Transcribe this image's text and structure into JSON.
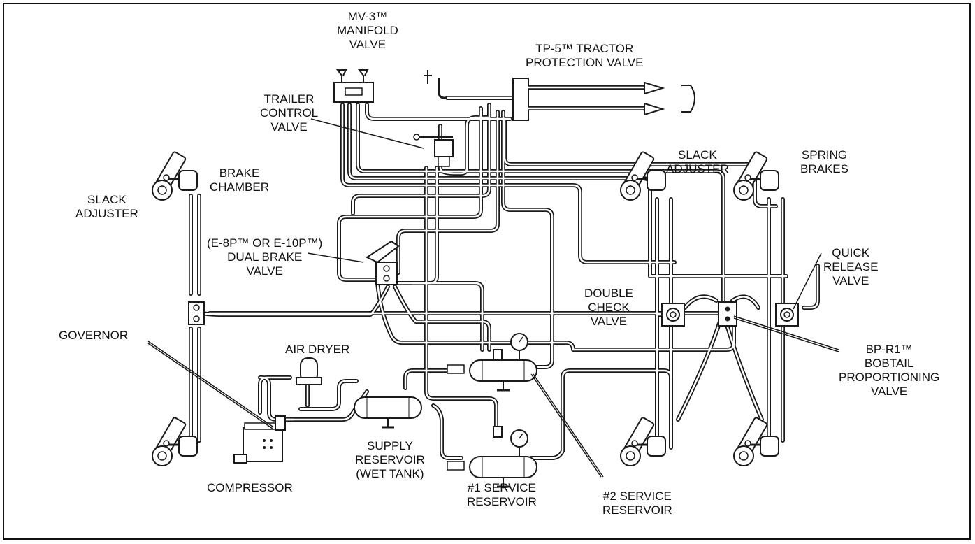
{
  "colors": {
    "background": "#ffffff",
    "line": "#1a1a1a",
    "tube_fill": "#ffffff",
    "tint": "#f4f4f4"
  },
  "labels": {
    "mv3": [
      "MV-3™",
      "MANIFOLD",
      "VALVE"
    ],
    "tp5": [
      "TP-5™ TRACTOR",
      "PROTECTION VALVE"
    ],
    "trailer_control": [
      "TRAILER",
      "CONTROL",
      "VALVE"
    ],
    "slack_adjuster_right": [
      "SLACK",
      "ADJUSTER"
    ],
    "spring_brakes": [
      "SPRING",
      "BRAKES"
    ],
    "brake_chamber": [
      "BRAKE",
      "CHAMBER"
    ],
    "slack_adjuster_left": [
      "SLACK",
      "ADJUSTER"
    ],
    "dual_brake": [
      "(E-8P™ OR E-10P™)",
      "DUAL BRAKE",
      "VALVE"
    ],
    "quick_release": [
      "QUICK",
      "RELEASE",
      "VALVE"
    ],
    "double_check": [
      "DOUBLE",
      "CHECK",
      "VALVE"
    ],
    "governor": [
      "GOVERNOR"
    ],
    "air_dryer": [
      "AIR DRYER"
    ],
    "bp_r1": [
      "BP-R1™",
      "BOBTAIL",
      "PROPORTIONING",
      "VALVE"
    ],
    "supply_reservoir": [
      "SUPPLY",
      "RESERVOIR",
      "(WET TANK)"
    ],
    "compressor": [
      "COMPRESSOR"
    ],
    "service1": [
      "#1 SERVICE",
      "RESERVOIR"
    ],
    "service2": [
      "#2 SERVICE",
      "RESERVOIR"
    ]
  }
}
